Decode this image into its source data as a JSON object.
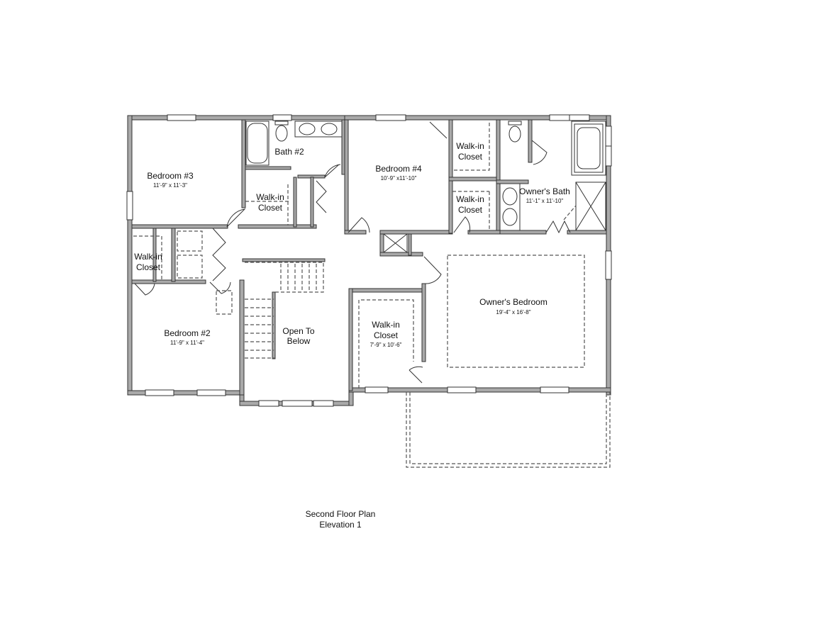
{
  "title": "Second Floor Plan",
  "subtitle": "Elevation 1",
  "colors": {
    "wall_fill": "#a9a9a9",
    "wall_stroke": "#333333",
    "background": "#ffffff",
    "text": "#111111"
  },
  "rooms": {
    "bedroom3": {
      "name": "Bedroom #3",
      "dims": "11'-9\" x 11'-3\""
    },
    "bath2": {
      "name": "Bath #2"
    },
    "closet_b3": {
      "name_line1": "Walk-in",
      "name_line2": "Closet"
    },
    "bedroom4": {
      "name": "Bedroom #4",
      "dims": "10'-9\" x11'-10\""
    },
    "closet_b4_upper": {
      "name_line1": "Walk-in",
      "name_line2": "Closet"
    },
    "closet_b4_lower": {
      "name_line1": "Walk-in",
      "name_line2": "Closet"
    },
    "owners_bath": {
      "name": "Owner's Bath",
      "dims": "11'-1\" x 11'-10\""
    },
    "closet_b2": {
      "name_line1": "Walk-in",
      "name_line2": "Closet"
    },
    "bedroom2": {
      "name": "Bedroom #2",
      "dims": "11'-9\" x 11'-4\""
    },
    "open_to_below": {
      "name_line1": "Open To",
      "name_line2": "Below"
    },
    "owners_closet": {
      "name_line1": "Walk-in",
      "name_line2": "Closet",
      "dims": "7'-9\" x 10'-6\""
    },
    "owners_bedroom": {
      "name": "Owner's Bedroom",
      "dims": "19'-4\" x 16'-8\""
    }
  }
}
